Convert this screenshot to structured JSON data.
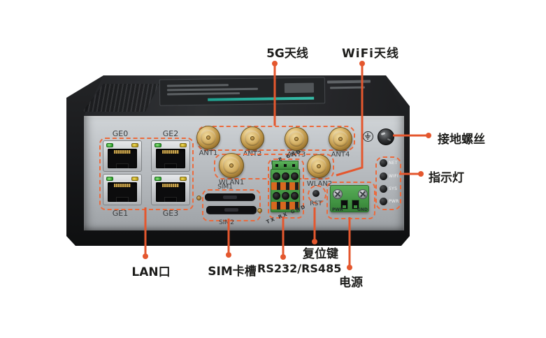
{
  "figure": {
    "accent_color": "#e4572e",
    "description": "annotated front view of industrial 5G router"
  },
  "callouts": {
    "antenna_5g": "5G天线",
    "antenna_wifi": "WiFi天线",
    "ground_screw": "接地螺丝",
    "indicator_lights": "指示灯",
    "lan_ports": "LAN口",
    "sim_slot": "SIM卡槽",
    "serial_port": "RS232/RS485",
    "reset_button": "复位键",
    "power": "电源"
  },
  "device": {
    "ethernet_port_labels": [
      "GE0",
      "GE2",
      "GE1",
      "GE3"
    ],
    "antenna_labels": [
      "ANT1",
      "ANT2",
      "ANT3",
      "ANT4"
    ],
    "wlan_labels": [
      "WLAN1",
      "WLAN2"
    ],
    "sim_labels": [
      "SIM1",
      "SIM2"
    ],
    "reset_label": "RST",
    "serial_top_pins": "A  B  GND",
    "serial_bottom_pins": "TX RX GND",
    "power_pin_labels": [
      "PWR",
      "GND"
    ],
    "led_labels": [
      "NET",
      "WIFI",
      "SYS",
      "PWR"
    ]
  }
}
